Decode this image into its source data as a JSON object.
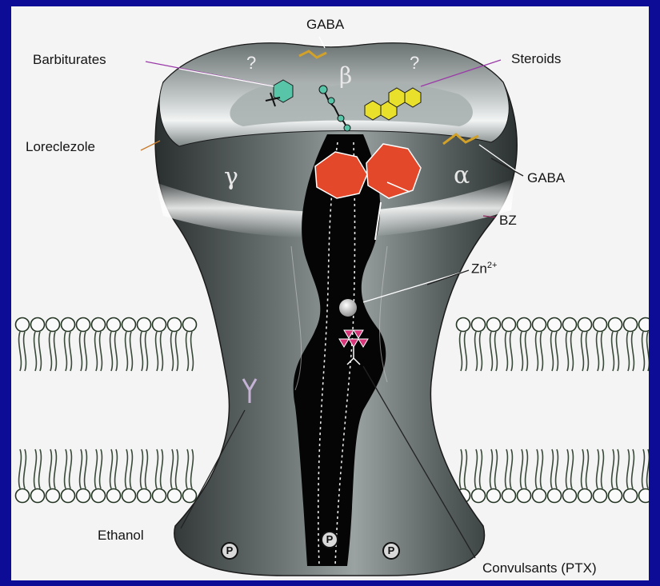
{
  "labels": {
    "gaba_top": "GABA",
    "barbiturates": "Barbiturates",
    "steroids": "Steroids",
    "loreclezole": "Loreclezole",
    "gaba_right": "GABA",
    "bz": "BZ",
    "zn_base": "Zn",
    "zn_charge": "2+",
    "ethanol": "Ethanol",
    "convulsants": "Convulsants (PTX)"
  },
  "subunits": {
    "gamma": "γ",
    "beta": "β",
    "alpha": "α"
  },
  "unknown_sites": {
    "left": "?",
    "right": "?"
  },
  "phosphorylation": {
    "left": "P",
    "center": "P",
    "right": "P"
  },
  "colors": {
    "border": "#0c0c96",
    "background": "#f4f4f4",
    "receptor": "#3c4242",
    "channel": "#050505",
    "bz_site": "#e4482a",
    "steroid": "#e8e02a",
    "barbiturate": "#58c4a8",
    "convulsant": "#d8357a",
    "lipid_head": "#fafafa",
    "lipid_tail": "#3a4a3a"
  },
  "icons": {
    "gaba": "zigzag-chain-icon",
    "barbiturate": "hexagon-ring-icon",
    "steroid": "fused-ring-icon",
    "bz": "heptagon-pair-icon",
    "zinc": "sphere-icon",
    "convulsant": "triangle-cluster-icon",
    "ethanol": "y-shape-icon"
  }
}
